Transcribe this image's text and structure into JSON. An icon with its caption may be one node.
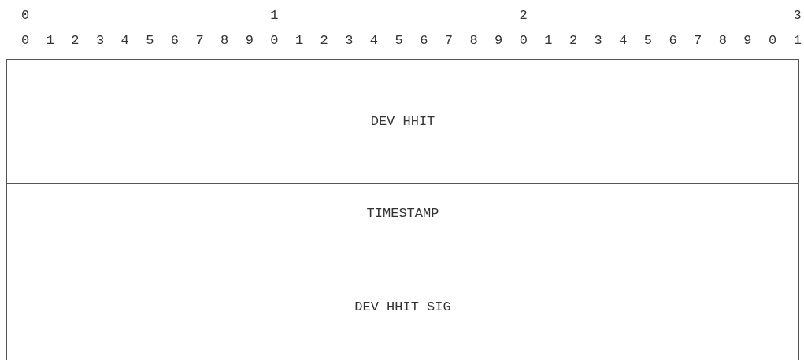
{
  "diagram": {
    "nodes": [
      {
        "text": [
          "DEV HHIT"
        ]
      },
      {
        "text": [
          "TIMESTAMP"
        ]
      },
      {
        "text": [
          "DEV HHIT SIG"
        ]
      }
    ],
    "edges": [],
    "labels": [
      "0",
      "1",
      "2",
      "3",
      "0 1 2 3 4 5 6 7 8 9 0 1 2 3 4 5 6 7 8 9 0 1 2 3 4 5 6 7 8 9 0 1"
    ]
  }
}
